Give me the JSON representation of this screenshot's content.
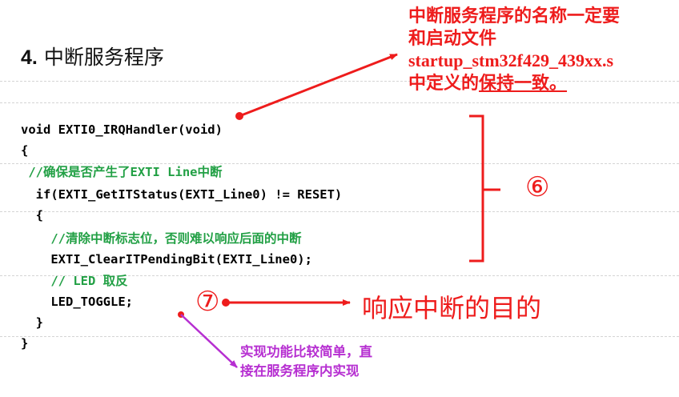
{
  "heading": {
    "number": "4.",
    "text": "中断服务程序"
  },
  "callout_top": {
    "line1": "中断服务程序的名称一定要",
    "line2": "和启动文件",
    "line3": "startup_stm32f429_439xx.s",
    "line4a": "中定义的",
    "line4b": "保持一致。"
  },
  "code": {
    "l1": "void EXTI0_IRQHandler(void)",
    "l2": "{",
    "l3": " //确保是否产生了EXTI Line中断",
    "l4": "  if(EXTI_GetITStatus(EXTI_Line0) != RESET)",
    "l5": "  {",
    "l6": "    //清除中断标志位，否则难以响应后面的中断",
    "l7": "    EXTI_ClearITPendingBit(EXTI_Line0);",
    "l8": "    // LED 取反",
    "l9": "    LED_TOGGLE;",
    "l10": "  }",
    "l11": "}"
  },
  "marker6": "⑥",
  "marker7": "⑦",
  "purpose_label": "响应中断的目的",
  "callout_bottom": {
    "line1": "实现功能比较简单，直",
    "line2": "接在服务程序内实现"
  },
  "colors": {
    "accent_red": "#ee1c1c",
    "comment_green": "#22a045",
    "callout_purple": "#b62fd1"
  }
}
